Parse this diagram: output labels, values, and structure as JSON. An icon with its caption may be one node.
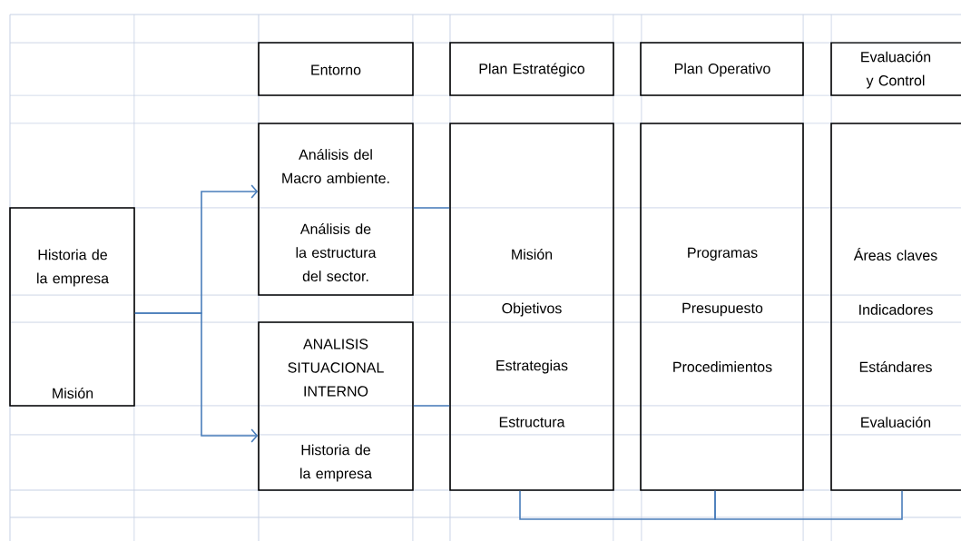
{
  "diagram": {
    "nodes": [
      {
        "text": [
          "Entorno"
        ]
      },
      {
        "text": [
          "Plan Estratégico"
        ]
      },
      {
        "text": [
          "Plan Operativo"
        ]
      },
      {
        "text": [
          "Evaluación y Control"
        ]
      },
      {
        "text": [
          "Análisis del Macro ambiente.",
          "Análisis de la estructura del sector."
        ]
      },
      {
        "text": [
          "Historia de la empresa",
          "Misión"
        ]
      },
      {
        "text": [
          "Misión",
          "Objetivos",
          "Estrategias",
          "Estructura"
        ]
      },
      {
        "text": [
          "Programas",
          "Presupuesto",
          "Procedimientos"
        ]
      },
      {
        "text": [
          "Áreas claves",
          "Indicadores",
          "Estándares",
          "Evaluación"
        ]
      },
      {
        "text": [
          "ANALISIS SITUACIONAL INTERNO",
          "Historia de la empresa"
        ]
      }
    ],
    "edges": [
      {
        "from": 5,
        "to": 4,
        "arrow": "to"
      },
      {
        "from": 5,
        "to": 9,
        "arrow": "to"
      },
      {
        "from": 4,
        "to": 6,
        "arrow": "none"
      },
      {
        "from": 9,
        "to": 6,
        "arrow": "none"
      },
      {
        "from": 6,
        "to": 7,
        "arrow": "none"
      },
      {
        "from": 7,
        "to": 8,
        "arrow": "none"
      }
    ]
  }
}
